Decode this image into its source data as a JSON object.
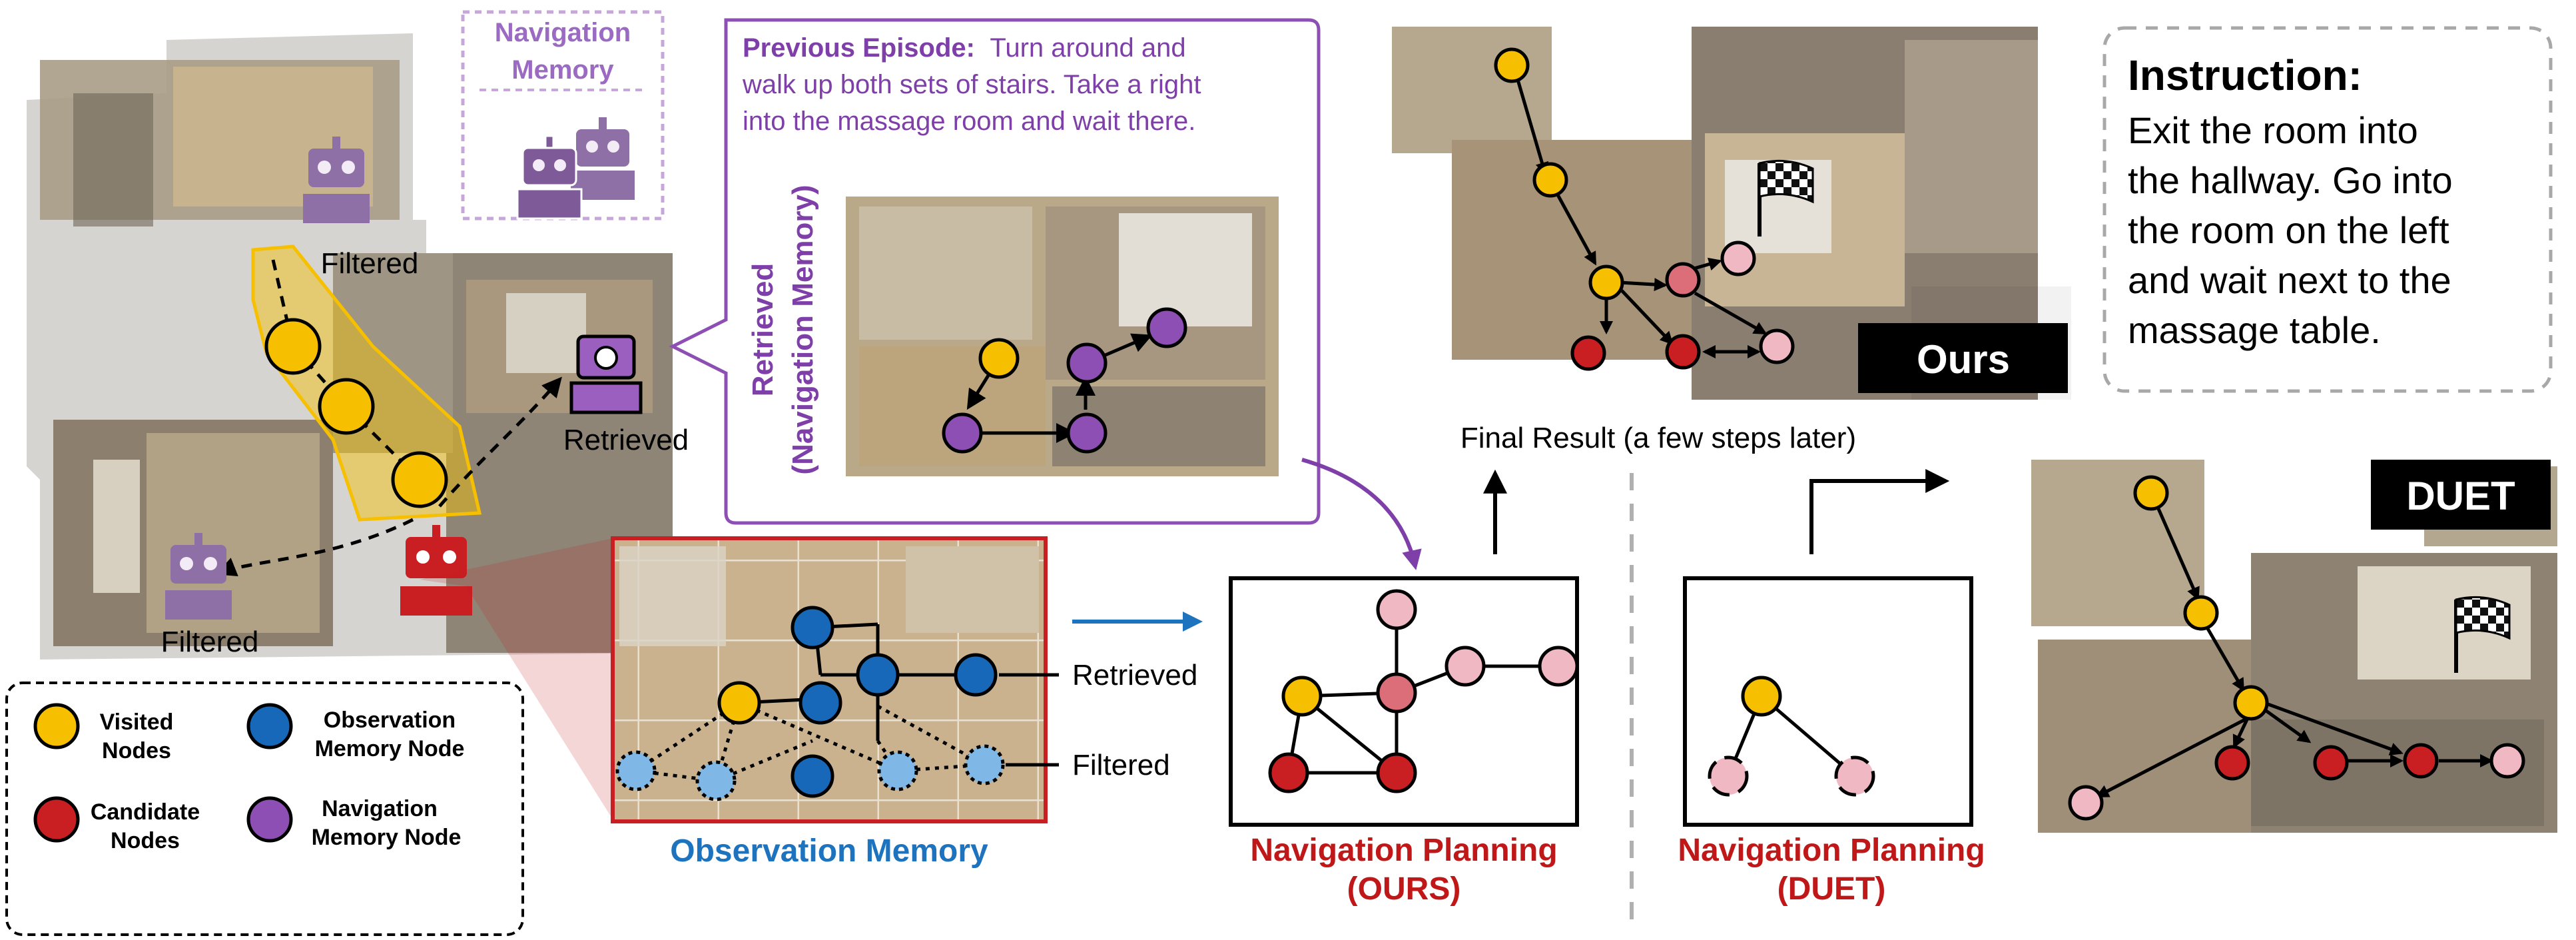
{
  "colors": {
    "visited": "#F6C000",
    "candidate": "#C91E22",
    "observation": "#1768B8",
    "observation_filtered": "#7FB8E6",
    "navigation": "#8E4FB4",
    "pink": "#F0B8C2",
    "mid_red": "#DC6E7A",
    "purple_text": "#7E3FA8",
    "red_text": "#C01818",
    "blue_text": "#1E73BE"
  },
  "icons": [
    "robot-icon",
    "checkered-flag-icon",
    "arrow-right-icon",
    "arrow-up-icon"
  ],
  "left_panel": {
    "nav_memory_title_line1": "Navigation",
    "nav_memory_title_line2": "Memory",
    "filtered_top": "Filtered",
    "retrieved": "Retrieved",
    "filtered_bottom": "Filtered"
  },
  "legend": {
    "visited_line1": "Visited",
    "visited_line2": "Nodes",
    "candidate_line1": "Candidate",
    "candidate_line2": "Nodes",
    "observation_line1": "Observation",
    "observation_line2": "Memory Node",
    "navigation_line1": "Navigation",
    "navigation_line2": "Memory Node"
  },
  "previous_episode": {
    "label": "Previous Episode:",
    "line1": "Turn around and",
    "line2": "walk up both sets of stairs. Take a right",
    "line3": "into the massage room and wait there.",
    "side_label_line1": "Retrieved",
    "side_label_line2": "(Navigation Memory)"
  },
  "observation_memory": {
    "title": "Observation Memory",
    "retrieved_label": "Retrieved",
    "filtered_label": "Filtered"
  },
  "planning": {
    "ours_line1": "Navigation Planning",
    "ours_line2": "(OURS)",
    "duet_line1": "Navigation Planning",
    "duet_line2": "(DUET)"
  },
  "final_result": {
    "caption": "Final Result (a few steps later)",
    "ours_badge": "Ours",
    "duet_badge": "DUET"
  },
  "instruction": {
    "title": "Instruction:",
    "line1": "Exit the room into",
    "line2": "the hallway. Go into",
    "line3": "the room on the left",
    "line4": "and wait next to the",
    "line5": "massage table."
  }
}
